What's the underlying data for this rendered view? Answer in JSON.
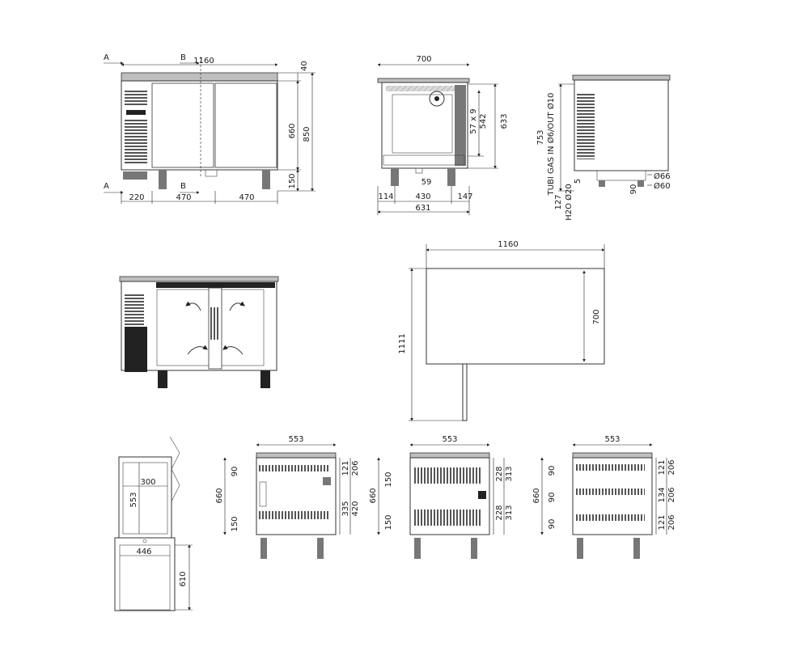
{
  "front": {
    "width": "1160",
    "top": "40",
    "door": "660",
    "total": "850",
    "legs": "150",
    "seg1": "220",
    "seg2": "470",
    "seg3": "470",
    "section_a": "A",
    "section_b": "B"
  },
  "side": {
    "width": "700",
    "h1": "57 x 9",
    "h2": "542",
    "h3": "633",
    "b1": "114",
    "b2": "430",
    "b3": "147",
    "b4": "631",
    "b5": "59"
  },
  "rear": {
    "h753": "753",
    "gas": "TUBI GAS IN Ø6/OUT Ø10",
    "water": "H2O Ø20",
    "d66": "Ø66",
    "d60": "Ø60",
    "v5": "5",
    "v90": "90",
    "v127": "127"
  },
  "plan": {
    "width": "1160",
    "depth": "700",
    "total": "1111"
  },
  "door_open": {
    "inner": "553",
    "w300": "300",
    "w446": "446",
    "h610": "610"
  },
  "drawer_a": {
    "width": "553",
    "h660": "660",
    "v90": "90",
    "v150": "150",
    "r121": "121",
    "r206": "206",
    "r335": "335",
    "r420": "420"
  },
  "drawer_b": {
    "width": "553",
    "h660": "660",
    "v150a": "150",
    "v150b": "150",
    "r228a": "228",
    "r313a": "313",
    "r228b": "228",
    "r313b": "313"
  },
  "drawer_c": {
    "width": "553",
    "h660": "660",
    "v90a": "90",
    "v90b": "90",
    "v90c": "90",
    "r121a": "121",
    "r206a": "206",
    "r134": "134",
    "r206b": "206",
    "r121b": "121",
    "r206c": "206"
  }
}
